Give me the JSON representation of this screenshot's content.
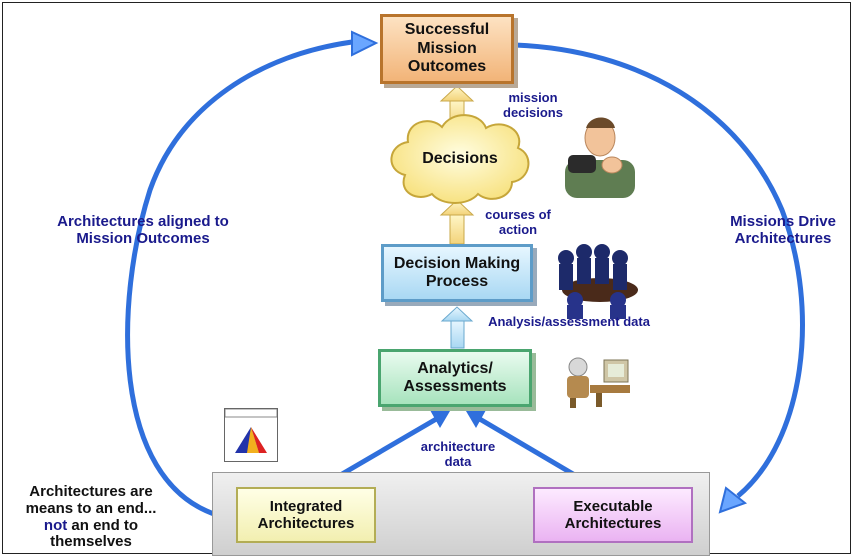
{
  "boxes": {
    "outcomes": "Successful Mission Outcomes",
    "decisions": "Decisions",
    "decision_process": "Decision Making Process",
    "analytics": "Analytics/ Assessments",
    "integrated": "Integrated Architectures",
    "executable": "Executable Architectures"
  },
  "arrow_labels": {
    "mission_decisions": "mission decisions",
    "courses_of_action": "courses of action",
    "analysis_data": "Analysis/assessment data",
    "architecture_data": "architecture data"
  },
  "side_labels": {
    "left": "Architectures aligned to Mission Outcomes",
    "right": "Missions Drive Architectures"
  },
  "footer_note": {
    "part1": "Architectures are means to an end...",
    "not_word": "not",
    "part2": "an end to themselves"
  },
  "colors": {
    "loop_arrow": "#2f6fdc",
    "label_text": "#1a1a8c",
    "outcomes_fill": "#f2b478",
    "decision_process_fill": "#a9d8f3",
    "analytics_fill": "#a7e3bd",
    "integrated_fill": "#f2efb0",
    "executable_fill": "#eab3f2",
    "cloud_fill": "#fff3a8"
  }
}
